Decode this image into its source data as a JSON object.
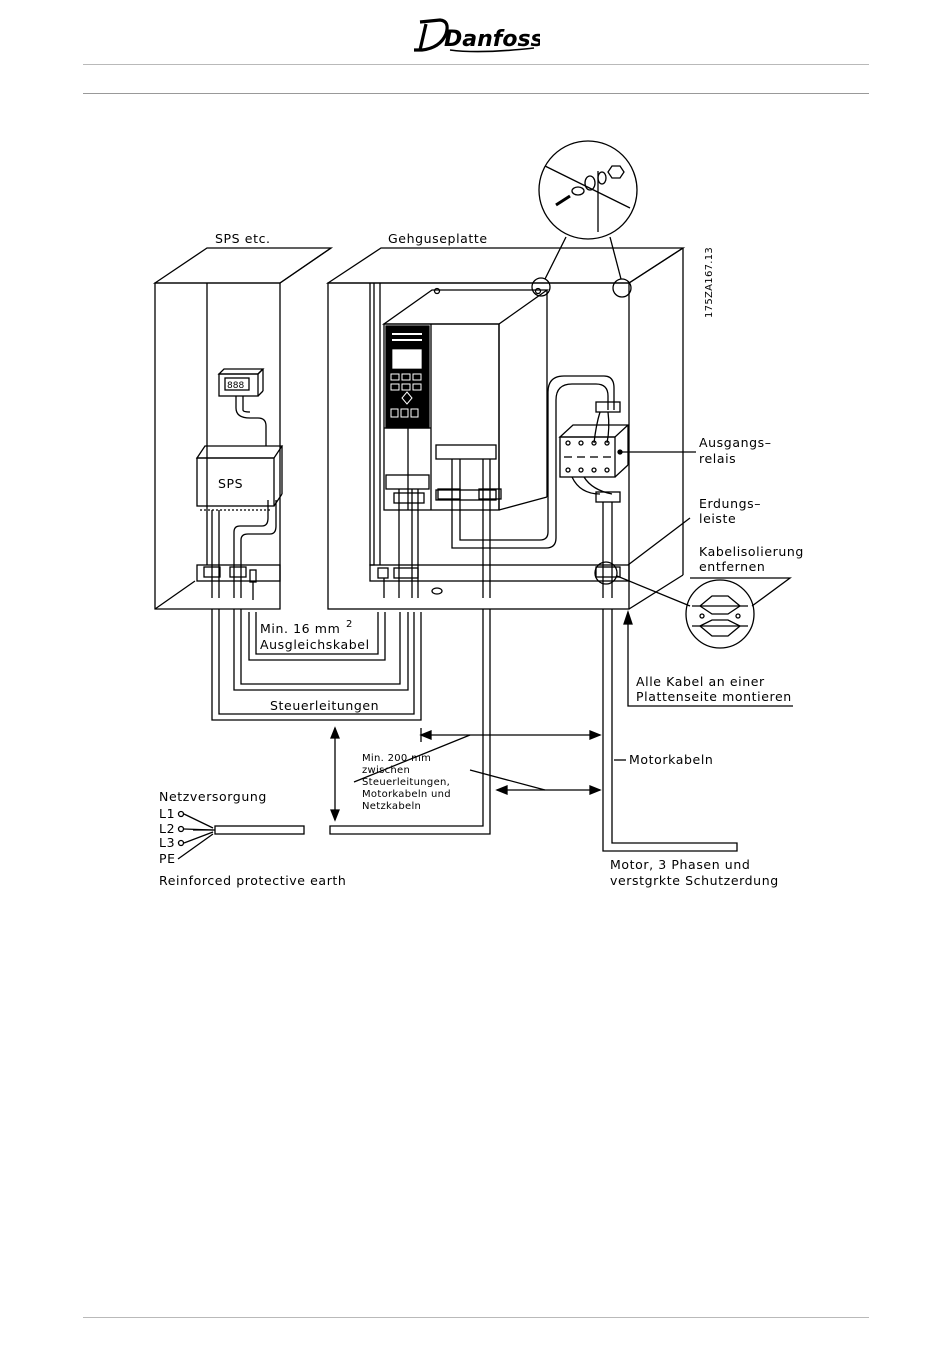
{
  "header": {
    "brand": "Danfoss"
  },
  "diagram": {
    "drawing_id": "175ZA167.13",
    "labels": {
      "sps_etc": "SPS etc.",
      "gehguseplatte": "Gehguseplatte",
      "sps": "SPS",
      "min16_a": "Min. 16 mm",
      "min16_sup": "2",
      "ausgleichskabel": "Ausgleichskabel",
      "steuerleitungen": "Steuerleitungen",
      "min200_l1": "Min. 200 mm",
      "min200_l2": "zwischen",
      "min200_l3": "Steuerleitungen,",
      "min200_l4": "Motorkabeln und",
      "min200_l5": "Netzkabeln",
      "netzversorgung": "Netzversorgung",
      "l1": "L1",
      "l2": "L2",
      "l3": "L3",
      "pe": "PE",
      "reinforced": "Reinforced protective earth",
      "ausgangs_1": "Ausgangs–",
      "ausgangs_2": "relais",
      "erdungs_1": "Erdungs–",
      "erdungs_2": "leiste",
      "kabel_1": "Kabelisolierung",
      "kabel_2": "entfernen",
      "alle_1": "Alle Kabel an einer",
      "alle_2": "Plattenseite montieren",
      "motorkabeln": "Motorkabeln",
      "motor_1": "Motor, 3 Phasen und",
      "motor_2": "verstgrkte Schutzerdung",
      "display_digits": "888"
    }
  }
}
